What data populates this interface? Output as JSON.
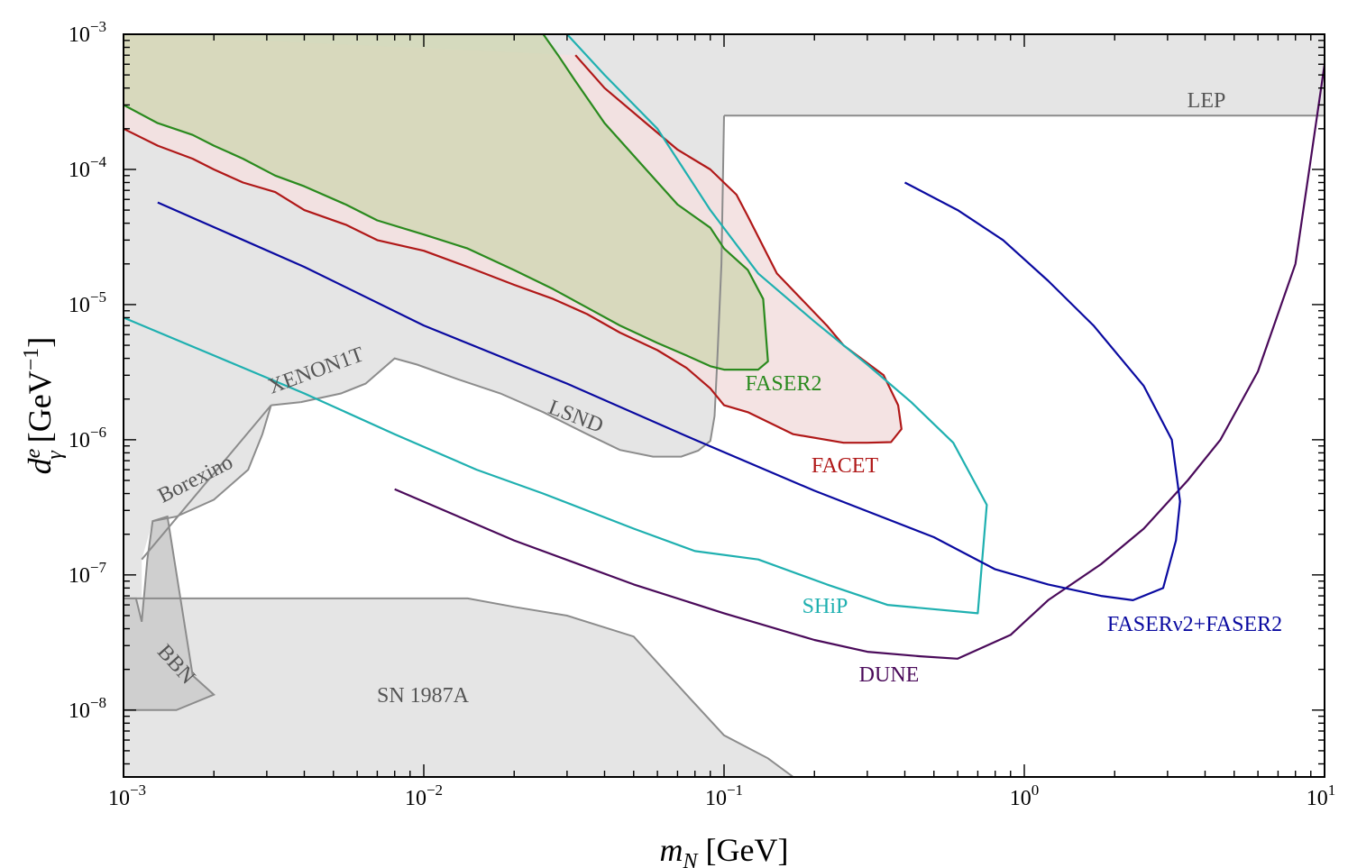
{
  "chart_data": {
    "type": "line",
    "xlabel": "m_N [GeV]",
    "ylabel": "d_γ^e [GeV^-1]",
    "xscale": "log",
    "yscale": "log",
    "xlim": [
      0.001,
      10
    ],
    "ylim": [
      3.2e-09,
      0.001
    ],
    "x_ticks": [
      0.001,
      0.01,
      0.1,
      1,
      10
    ],
    "y_ticks": [
      1e-08,
      1e-07,
      1e-06,
      1e-05,
      0.0001,
      0.001
    ],
    "x_tick_labels": [
      {
        "base": "10",
        "exp": "−3"
      },
      {
        "base": "10",
        "exp": "−2"
      },
      {
        "base": "10",
        "exp": "−1"
      },
      {
        "base": "10",
        "exp": "0"
      },
      {
        "base": "10",
        "exp": "1"
      }
    ],
    "y_tick_labels": [
      {
        "base": "10",
        "exp": "−8"
      },
      {
        "base": "10",
        "exp": "−7"
      },
      {
        "base": "10",
        "exp": "−6"
      },
      {
        "base": "10",
        "exp": "−5"
      },
      {
        "base": "10",
        "exp": "−4"
      },
      {
        "base": "10",
        "exp": "−3"
      }
    ],
    "grid": false,
    "colors": {
      "excluded_fill": "#e5e5e5",
      "excluded_line": "#8c8c8c",
      "bbn_fill": "#cfcfcf",
      "facet": "#b01818",
      "facet_fill": "#f3e0e0",
      "faser2": "#2a8a1e",
      "faser2_fill": "#cfd6b0",
      "ship": "#1fb0b0",
      "dune": "#4a0a5a",
      "faser_nu2": "#0a0aa0"
    },
    "series": [
      {
        "name": "LEP",
        "kind": "region",
        "x": [
          0.001,
          0.1,
          0.1,
          10
        ],
        "y": [
          0.00025,
          0.00025,
          0.00025,
          0.00025
        ]
      },
      {
        "name": "LSND",
        "kind": "region",
        "x": [
          0.0039,
          0.0053,
          0.0064,
          0.008,
          0.0095,
          0.013,
          0.018,
          0.025,
          0.035,
          0.045,
          0.058,
          0.072,
          0.082,
          0.09,
          0.093,
          0.095,
          0.098,
          0.1
        ],
        "y": [
          1.9e-06,
          2.2e-06,
          2.6e-06,
          4e-06,
          3.6e-06,
          2.8e-06,
          2.2e-06,
          1.6e-06,
          1.1e-06,
          8.4e-07,
          7.5e-07,
          7.5e-07,
          8.3e-07,
          9.8e-07,
          1.5e-06,
          4e-06,
          2e-05,
          0.00025
        ]
      },
      {
        "name": "XENON1T",
        "kind": "region",
        "x": [
          0.0031,
          0.0039
        ],
        "y": [
          1.8e-06,
          1.9e-06
        ]
      },
      {
        "name": "Borexino",
        "kind": "region",
        "x": [
          0.00125,
          0.0015,
          0.002,
          0.0026,
          0.0029,
          0.0031
        ],
        "y": [
          2.5e-07,
          2.7e-07,
          3.6e-07,
          6e-07,
          1.1e-06,
          1.8e-06
        ]
      },
      {
        "name": "BBN",
        "kind": "region",
        "x": [
          0.001,
          0.0011,
          0.00115,
          0.0012,
          0.00125,
          0.0014,
          0.0017,
          0.002,
          0.0015,
          0.001
        ],
        "y": [
          6.7e-08,
          6.7e-08,
          4.5e-08,
          1.3e-07,
          2.5e-07,
          2.7e-07,
          1.8e-08,
          1.3e-08,
          1e-08,
          1e-08
        ]
      },
      {
        "name": "SN 1987A",
        "kind": "region",
        "x": [
          0.001,
          0.014,
          0.02,
          0.03,
          0.05,
          0.075,
          0.1,
          0.14,
          0.17
        ],
        "y": [
          6.7e-08,
          6.7e-08,
          5.8e-08,
          5e-08,
          3.5e-08,
          1.3e-08,
          6.5e-09,
          4.4e-09,
          3.2e-09
        ]
      },
      {
        "name": "FACET",
        "kind": "curve",
        "x": [
          0.001,
          0.0013,
          0.0017,
          0.002,
          0.0025,
          0.0032,
          0.004,
          0.0055,
          0.007,
          0.01,
          0.014,
          0.02,
          0.027,
          0.035,
          0.045,
          0.06,
          0.075,
          0.09,
          0.1,
          0.12,
          0.17,
          0.25,
          0.3,
          0.36,
          0.39,
          0.38,
          0.34,
          0.25,
          0.22,
          0.15,
          0.12,
          0.11,
          0.09,
          0.07,
          0.055,
          0.04,
          0.032
        ],
        "y": [
          0.0002,
          0.00015,
          0.00012,
          0.0001,
          8e-05,
          6.8e-05,
          5e-05,
          3.9e-05,
          3e-05,
          2.5e-05,
          1.9e-05,
          1.4e-05,
          1.1e-05,
          8.5e-06,
          6.2e-06,
          4.6e-06,
          3.4e-06,
          2.4e-06,
          1.8e-06,
          1.6e-06,
          1.1e-06,
          9.5e-07,
          9.5e-07,
          9.6e-07,
          1.2e-06,
          1.8e-06,
          3e-06,
          5e-06,
          7e-06,
          1.7e-05,
          4.5e-05,
          6.5e-05,
          0.0001,
          0.00014,
          0.00022,
          0.0004,
          0.0007
        ]
      },
      {
        "name": "FASER2",
        "kind": "curve",
        "x": [
          0.001,
          0.0013,
          0.0017,
          0.002,
          0.0025,
          0.0032,
          0.004,
          0.0055,
          0.007,
          0.01,
          0.014,
          0.02,
          0.027,
          0.035,
          0.045,
          0.06,
          0.075,
          0.09,
          0.1,
          0.12,
          0.13,
          0.14,
          0.135,
          0.12,
          0.1,
          0.09,
          0.07,
          0.055,
          0.04,
          0.032,
          0.028,
          0.025
        ],
        "y": [
          0.0003,
          0.00022,
          0.00018,
          0.00015,
          0.00012,
          9e-05,
          7.5e-05,
          5.5e-05,
          4.2e-05,
          3.3e-05,
          2.6e-05,
          1.8e-05,
          1.3e-05,
          9.5e-06,
          7e-06,
          5.2e-06,
          4.2e-06,
          3.5e-06,
          3.3e-06,
          3.3e-06,
          3.3e-06,
          3.8e-06,
          1.1e-05,
          1.8e-05,
          2.6e-05,
          3.7e-05,
          5.5e-05,
          0.0001,
          0.00022,
          0.00045,
          0.0007,
          0.001
        ]
      },
      {
        "name": "SHiP",
        "kind": "curve",
        "x": [
          0.001,
          0.002,
          0.004,
          0.008,
          0.015,
          0.025,
          0.05,
          0.08,
          0.13,
          0.22,
          0.35,
          0.7,
          0.75,
          0.58,
          0.42,
          0.3,
          0.2,
          0.13,
          0.09,
          0.06,
          0.04,
          0.03
        ],
        "y": [
          8e-06,
          4.2e-06,
          2.2e-06,
          1.1e-06,
          6e-07,
          4e-07,
          2.2e-07,
          1.5e-07,
          1.3e-07,
          8.5e-08,
          6e-08,
          5.2e-08,
          3.3e-07,
          9.5e-07,
          1.9e-06,
          3.6e-06,
          7.5e-06,
          1.7e-05,
          5e-05,
          0.0002,
          0.0005,
          0.001
        ]
      },
      {
        "name": "DUNE",
        "kind": "curve",
        "x": [
          0.008,
          0.02,
          0.05,
          0.1,
          0.2,
          0.3,
          0.45,
          0.6,
          0.9,
          1.2,
          1.8,
          2.5,
          3.5,
          4.5,
          6,
          8,
          9,
          10
        ],
        "y": [
          4.3e-07,
          1.8e-07,
          8.5e-08,
          5.2e-08,
          3.3e-08,
          2.7e-08,
          2.5e-08,
          2.4e-08,
          3.6e-08,
          6.5e-08,
          1.2e-07,
          2.2e-07,
          5e-07,
          1e-06,
          3.2e-06,
          2e-05,
          0.00012,
          0.0006
        ]
      },
      {
        "name": "FASERν2+FASER2",
        "kind": "curve",
        "x": [
          0.0013,
          0.004,
          0.01,
          0.03,
          0.08,
          0.2,
          0.5,
          0.8,
          1.2,
          1.8,
          2.3,
          2.9,
          3.2,
          3.3,
          3.1,
          2.5,
          1.7,
          1.2,
          0.85,
          0.6,
          0.4
        ],
        "y": [
          5.7e-05,
          1.9e-05,
          7e-06,
          2.6e-06,
          1e-06,
          4.2e-07,
          1.9e-07,
          1.1e-07,
          8.5e-08,
          7e-08,
          6.5e-08,
          8e-08,
          1.8e-07,
          3.5e-07,
          1e-06,
          2.5e-06,
          7e-06,
          1.5e-05,
          3e-05,
          5e-05,
          8e-05
        ]
      }
    ],
    "annotations": [
      {
        "text": "LEP"
      },
      {
        "text": "LSND"
      },
      {
        "text": "XENON1T"
      },
      {
        "text": "Borexino"
      },
      {
        "text": "BBN"
      },
      {
        "text": "SN 1987A"
      },
      {
        "text": "FACET"
      },
      {
        "text": "FASER2"
      },
      {
        "text": "SHiP"
      },
      {
        "text": "DUNE"
      },
      {
        "text": "FASERν2+FASER2"
      }
    ]
  }
}
